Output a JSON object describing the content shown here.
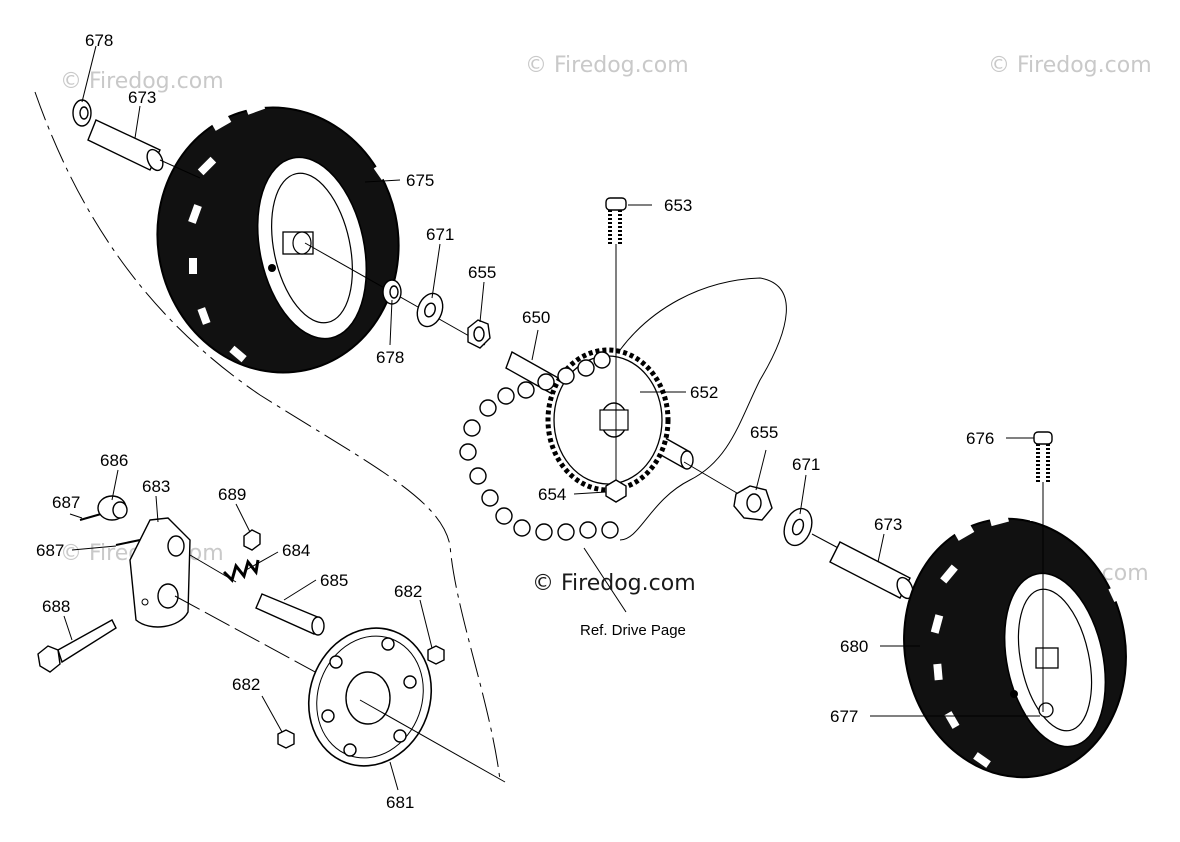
{
  "watermark": "© Firedog.com",
  "reference_note": "Ref. Drive Page",
  "part_labels": {
    "p678a": "678",
    "p673a": "673",
    "p675": "675",
    "p671a": "671",
    "p655a": "655",
    "p678b": "678",
    "p653": "653",
    "p650": "650",
    "p652": "652",
    "p655b": "655",
    "p671b": "671",
    "p654": "654",
    "p676": "676",
    "p673b": "673",
    "p680": "680",
    "p677": "677",
    "p686": "686",
    "p683": "683",
    "p689": "689",
    "p687a": "687",
    "p687b": "687",
    "p684": "684",
    "p685": "685",
    "p688": "688",
    "p682a": "682",
    "p682b": "682",
    "p681": "681"
  }
}
